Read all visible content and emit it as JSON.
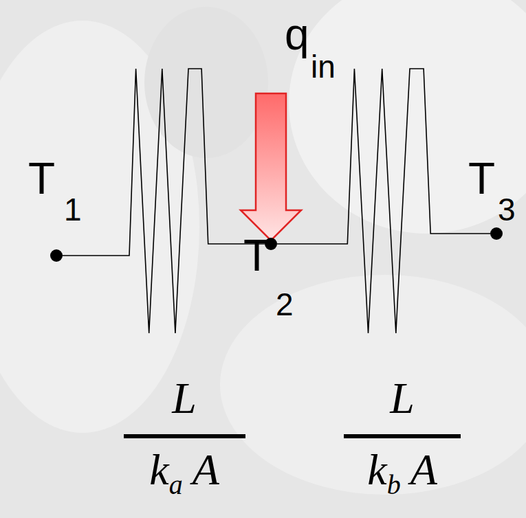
{
  "diagram": {
    "nodes": [
      {
        "text": [
          "T",
          "1"
        ]
      },
      {
        "text": [
          "T",
          "2"
        ]
      },
      {
        "text": [
          "T",
          "3"
        ]
      }
    ],
    "edges": [
      {
        "from": 0,
        "to": 1,
        "arrow": "none"
      },
      {
        "from": 1,
        "to": 2,
        "arrow": "none"
      }
    ],
    "labels": [
      "q",
      "in",
      "L",
      "k",
      "a",
      "A",
      "L",
      "k",
      "b",
      "A"
    ]
  }
}
